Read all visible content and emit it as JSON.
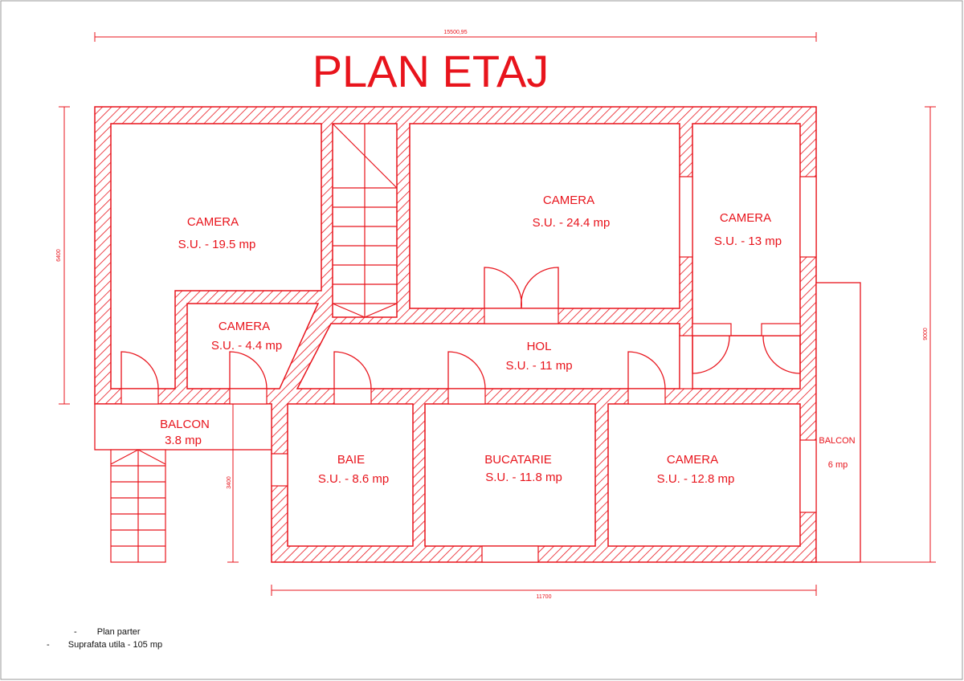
{
  "title": "PLAN ETAJ",
  "colors": {
    "lines": "#e8141c",
    "background": "#ffffff",
    "notes_text": "#111111"
  },
  "dimensions": {
    "top_total": "15500,95",
    "bottom_total": "11700",
    "left_height": "6400",
    "right_height": "9000",
    "balcony_height": "3400"
  },
  "rooms": [
    {
      "name": "CAMERA",
      "area": "S.U. - 19.5 mp"
    },
    {
      "name": "CAMERA",
      "area": "S.U. - 24.4 mp"
    },
    {
      "name": "CAMERA",
      "area": "S.U. - 13 mp"
    },
    {
      "name": "CAMERA",
      "area": "S.U. - 4.4 mp"
    },
    {
      "name": "HOL",
      "area": "S.U. - 11 mp"
    },
    {
      "name": "BALCON",
      "area": "3.8 mp"
    },
    {
      "name": "BAIE",
      "area": "S.U. - 8.6 mp"
    },
    {
      "name": "BUCATARIE",
      "area": "S.U. - 11.8 mp"
    },
    {
      "name": "CAMERA",
      "area": "S.U. - 12.8 mp"
    },
    {
      "name": "BALCON",
      "area": "6 mp"
    }
  ],
  "notes": [
    {
      "dash": "-",
      "text": "Plan parter"
    },
    {
      "dash": "-",
      "text": "Suprafata utila - 105 mp"
    }
  ]
}
